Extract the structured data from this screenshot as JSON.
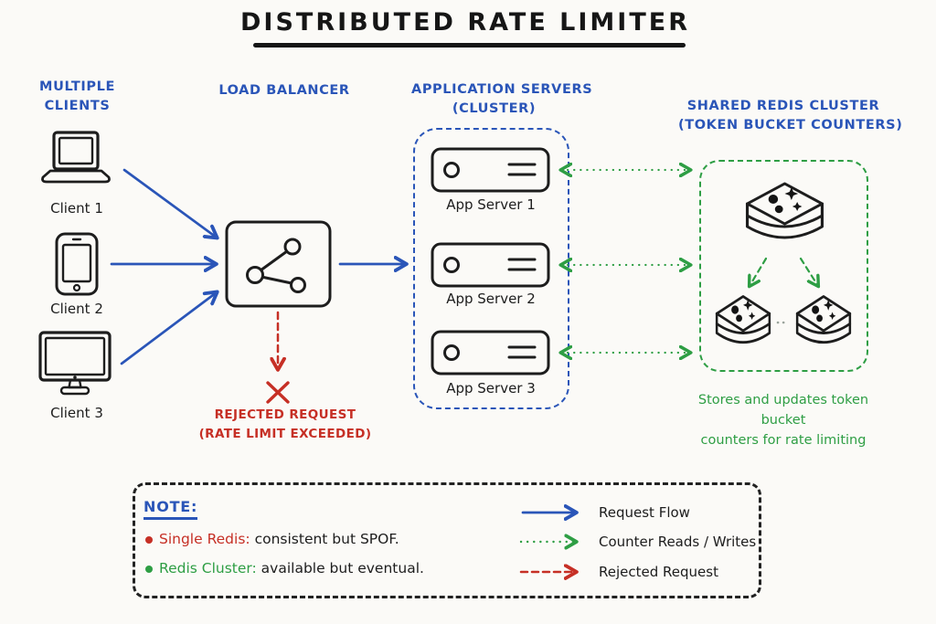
{
  "title": "DISTRIBUTED RATE LIMITER",
  "colors": {
    "blue": "#2a55b8",
    "green": "#2e9e44",
    "red": "#c62f25",
    "ink": "#1d1d1d",
    "background": "#fbfaf7"
  },
  "clients": {
    "heading_line1": "MULTIPLE",
    "heading_line2": "CLIENTS",
    "items": [
      {
        "label": "Client 1",
        "icon": "laptop-icon"
      },
      {
        "label": "Client 2",
        "icon": "smartphone-icon"
      },
      {
        "label": "Client 3",
        "icon": "monitor-icon"
      }
    ]
  },
  "load_balancer": {
    "heading": "LOAD BALANCER",
    "icon": "share-nodes-icon"
  },
  "app_servers": {
    "heading_line1": "APPLICATION SERVERS",
    "heading_line2": "(CLUSTER)",
    "items": [
      {
        "label": "App Server 1",
        "icon": "server-icon"
      },
      {
        "label": "App Server 2",
        "icon": "server-icon"
      },
      {
        "label": "App Server 3",
        "icon": "server-icon"
      }
    ]
  },
  "redis_cluster": {
    "heading_line1": "SHARED REDIS CLUSTER",
    "heading_line2": "(TOKEN BUCKET COUNTERS)",
    "caption_line1": "Stores and updates token bucket",
    "caption_line2": "counters for rate limiting",
    "node_icon": "redis-stack-icon",
    "node_count": 3
  },
  "rejected": {
    "line1": "REJECTED REQUEST",
    "line2": "(RATE LIMIT EXCEEDED)",
    "icon": "x-mark-icon"
  },
  "note": {
    "heading": "NOTE:",
    "items": [
      {
        "term": "Single Redis:",
        "desc": "consistent but SPOF.",
        "color": "#c62f25"
      },
      {
        "term": "Redis Cluster:",
        "desc": "available but eventual.",
        "color": "#2e9e44"
      }
    ]
  },
  "legend": [
    {
      "label": "Request Flow",
      "line_style": "solid",
      "color": "#2a55b8"
    },
    {
      "label": "Counter Reads / Writes",
      "line_style": "dotted",
      "color": "#2e9e44"
    },
    {
      "label": "Rejected Request",
      "line_style": "dashed",
      "color": "#c62f25"
    }
  ]
}
